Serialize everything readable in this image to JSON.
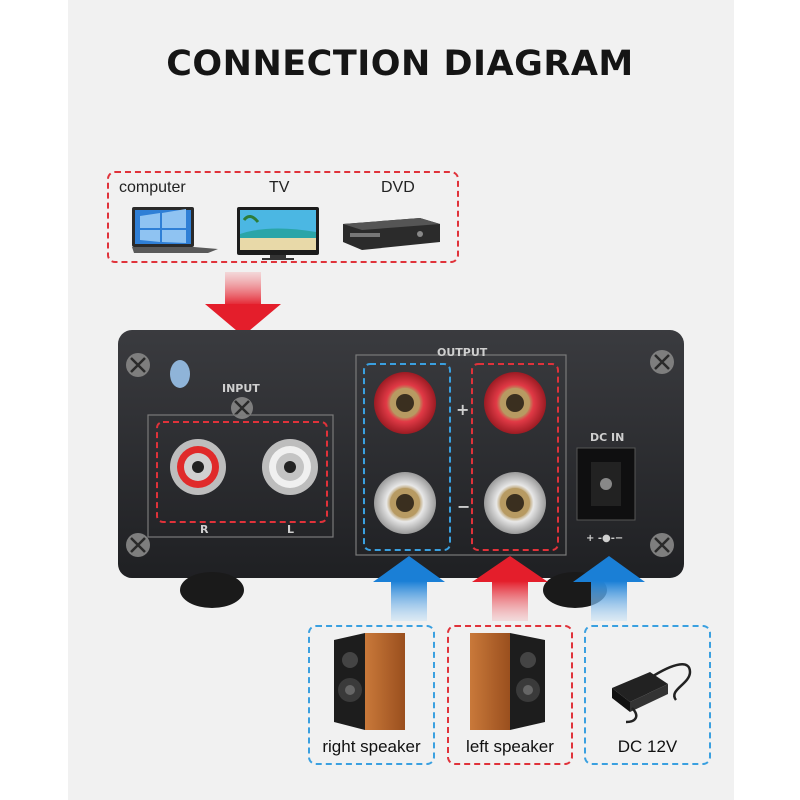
{
  "title": "CONNECTION DIAGRAM",
  "sources": [
    {
      "label": "computer",
      "icon": "laptop-icon"
    },
    {
      "label": "TV",
      "icon": "tv-icon"
    },
    {
      "label": "DVD",
      "icon": "dvd-player-icon"
    }
  ],
  "amplifier": {
    "input_label": "INPUT",
    "output_label": "OUTPUT",
    "dc_label": "DC IN",
    "right_channel": "R",
    "left_channel": "L",
    "plus": "+",
    "minus": "−",
    "polarity": "+ -●-−"
  },
  "outputs": [
    {
      "label": "right speaker",
      "icon": "speaker-icon",
      "border": "blue"
    },
    {
      "label": "left speaker",
      "icon": "speaker-icon",
      "border": "red"
    },
    {
      "label": "DC 12V",
      "icon": "power-adapter-icon",
      "border": "blue"
    }
  ],
  "colors": {
    "red": "#e0323a",
    "blue": "#3aa0e0",
    "amp_body": "#2a2b2e"
  }
}
